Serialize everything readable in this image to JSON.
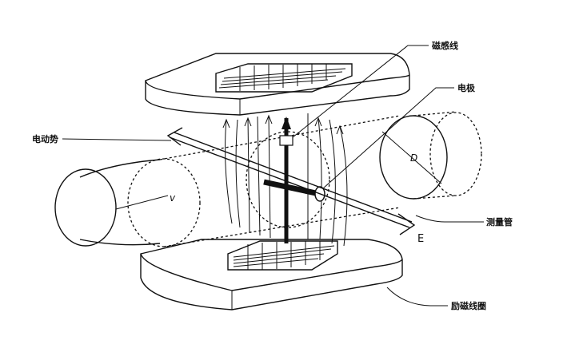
{
  "labels": {
    "magnetic_field_lines": "磁感线",
    "electrode": "电极",
    "emf": "电动势",
    "measuring_tube": "测量管",
    "excitation_coil": "励磁线圈"
  },
  "symbols": {
    "velocity": "v",
    "diameter": "D",
    "field": "E"
  }
}
